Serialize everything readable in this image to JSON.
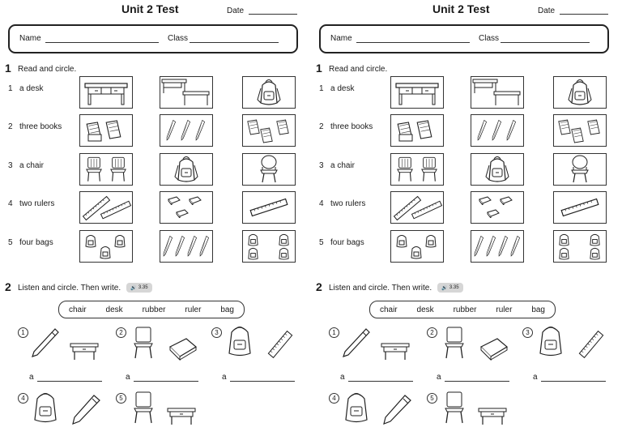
{
  "worksheet": {
    "title": "Unit 2 Test",
    "date_label": "Date",
    "name_label": "Name",
    "class_label": "Class"
  },
  "exercise1": {
    "number": "1",
    "instruction": "Read and circle.",
    "rows": [
      {
        "num": "1",
        "label": "a desk",
        "pictures": [
          "desk",
          "table-and-desk",
          "backpack"
        ]
      },
      {
        "num": "2",
        "label": "three books",
        "pictures": [
          "two-books",
          "three-pencils",
          "three-books"
        ]
      },
      {
        "num": "3",
        "label": "a chair",
        "pictures": [
          "two-chairs",
          "backpack",
          "chair"
        ]
      },
      {
        "num": "4",
        "label": "two rulers",
        "pictures": [
          "two-rulers",
          "three-rubbers",
          "ruler"
        ]
      },
      {
        "num": "5",
        "label": "four bags",
        "pictures": [
          "three-bags",
          "four-pens",
          "four-bags"
        ]
      }
    ]
  },
  "exercise2": {
    "number": "2",
    "instruction": "Listen and circle. Then write.",
    "audio_track": "3.35",
    "word_bank": [
      "chair",
      "desk",
      "rubber",
      "ruler",
      "bag"
    ],
    "items": [
      {
        "num": "1",
        "pictures": [
          "pencil",
          "desk"
        ],
        "answer_prefix": "a"
      },
      {
        "num": "2",
        "pictures": [
          "chair",
          "rubber"
        ],
        "answer_prefix": "a"
      },
      {
        "num": "3",
        "pictures": [
          "backpack",
          "ruler"
        ],
        "answer_prefix": "a"
      },
      {
        "num": "4",
        "pictures": [
          "backpack",
          "pen"
        ]
      },
      {
        "num": "5",
        "pictures": [
          "chair",
          "desk"
        ]
      }
    ]
  },
  "colors": {
    "ink": "#1a1a1a",
    "audio_badge": "#d6d6d6"
  }
}
